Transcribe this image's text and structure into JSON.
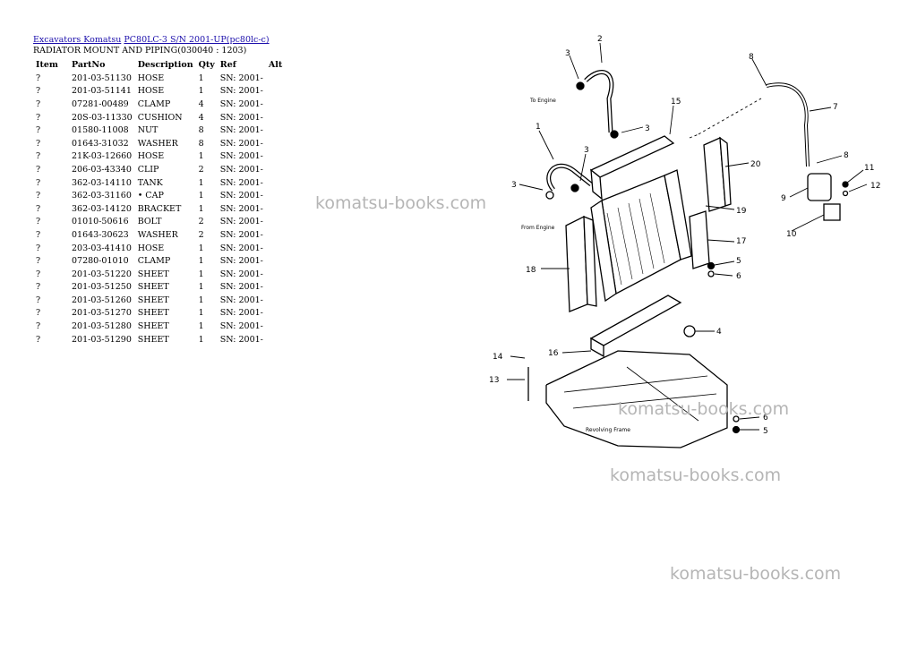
{
  "breadcrumb": {
    "link1": "Excavators Komatsu",
    "link2": "PC80LC-3 S/N 2001-UP(pc80lc-c)"
  },
  "subtitle": "RADIATOR MOUNT AND PIPING(030040 : 1203)",
  "table": {
    "headers": [
      "Item",
      "PartNo",
      "Description",
      "Qty",
      "Ref",
      "Alt"
    ],
    "rows": [
      [
        "?",
        "201-03-51130",
        "HOSE",
        "1",
        "SN: 2001-",
        ""
      ],
      [
        "?",
        "201-03-51141",
        "HOSE",
        "1",
        "SN: 2001-",
        ""
      ],
      [
        "?",
        "07281-00489",
        "CLAMP",
        "4",
        "SN: 2001-",
        ""
      ],
      [
        "?",
        "20S-03-11330",
        "CUSHION",
        "4",
        "SN: 2001-",
        ""
      ],
      [
        "?",
        "01580-11008",
        "NUT",
        "8",
        "SN: 2001-",
        ""
      ],
      [
        "?",
        "01643-31032",
        "WASHER",
        "8",
        "SN: 2001-",
        ""
      ],
      [
        "?",
        "21K-03-12660",
        "HOSE",
        "1",
        "SN: 2001-",
        ""
      ],
      [
        "?",
        "206-03-43340",
        "CLIP",
        "2",
        "SN: 2001-",
        ""
      ],
      [
        "?",
        "362-03-14110",
        "TANK",
        "1",
        "SN: 2001-",
        ""
      ],
      [
        "?",
        "362-03-31160",
        "• CAP",
        "1",
        "SN: 2001-",
        ""
      ],
      [
        "?",
        "362-03-14120",
        "BRACKET",
        "1",
        "SN: 2001-",
        ""
      ],
      [
        "?",
        "01010-50616",
        "BOLT",
        "2",
        "SN: 2001-",
        ""
      ],
      [
        "?",
        "01643-30623",
        "WASHER",
        "2",
        "SN: 2001-",
        ""
      ],
      [
        "?",
        "203-03-41410",
        "HOSE",
        "1",
        "SN: 2001-",
        ""
      ],
      [
        "?",
        "07280-01010",
        "CLAMP",
        "1",
        "SN: 2001-",
        ""
      ],
      [
        "?",
        "201-03-51220",
        "SHEET",
        "1",
        "SN: 2001-",
        ""
      ],
      [
        "?",
        "201-03-51250",
        "SHEET",
        "1",
        "SN: 2001-",
        ""
      ],
      [
        "?",
        "201-03-51260",
        "SHEET",
        "1",
        "SN: 2001-",
        ""
      ],
      [
        "?",
        "201-03-51270",
        "SHEET",
        "1",
        "SN: 2001-",
        ""
      ],
      [
        "?",
        "201-03-51280",
        "SHEET",
        "1",
        "SN: 2001-",
        ""
      ],
      [
        "?",
        "201-03-51290",
        "SHEET",
        "1",
        "SN: 2001-",
        ""
      ]
    ]
  },
  "diagram": {
    "callouts": [
      "1",
      "2",
      "3",
      "3",
      "3",
      "3",
      "4",
      "5",
      "5",
      "6",
      "6",
      "7",
      "8",
      "8",
      "9",
      "10",
      "11",
      "12",
      "13",
      "14",
      "15",
      "16",
      "17",
      "18",
      "19",
      "20"
    ],
    "labels": {
      "to_engine": "To Engine",
      "from_engine": "From Engine",
      "revolving_frame": "Revolving Frame"
    }
  },
  "watermark": "komatsu-books.com"
}
